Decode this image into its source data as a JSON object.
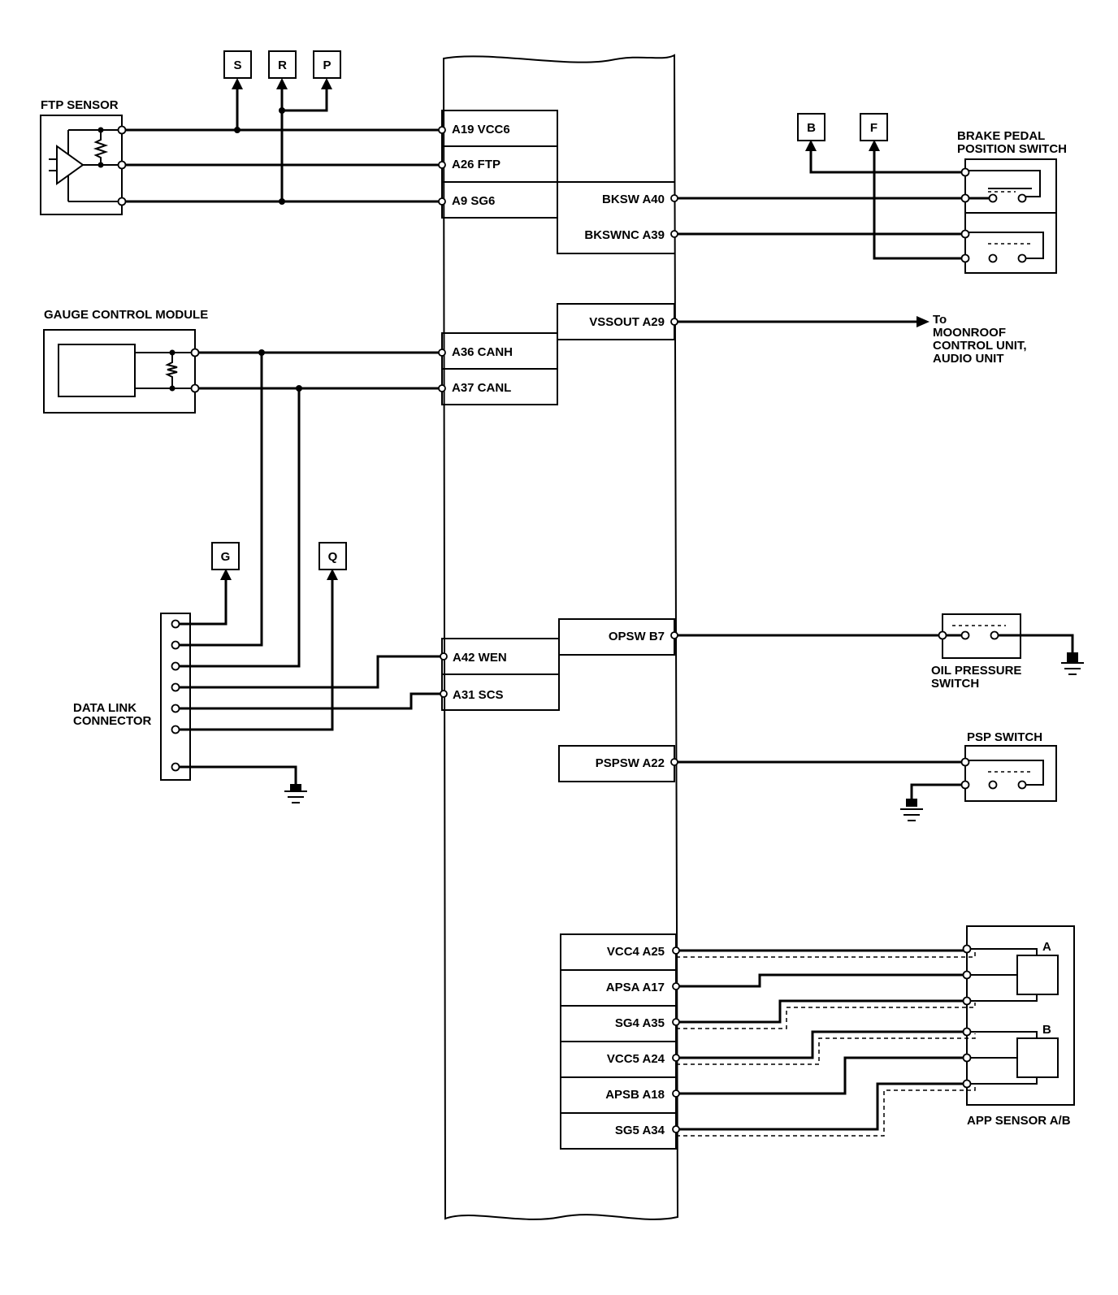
{
  "components": {
    "ftp_sensor": "FTP SENSOR",
    "brake_switch_line1": "BRAKE PEDAL",
    "brake_switch_line2": "POSITION SWITCH",
    "gauge_module": "GAUGE CONTROL MODULE",
    "moonroof_line1": "To",
    "moonroof_line2": "MOONROOF",
    "moonroof_line3": "CONTROL UNIT,",
    "moonroof_line4": "AUDIO UNIT",
    "dlc_line1": "DATA LINK",
    "dlc_line2": "CONNECTOR",
    "oil_line1": "OIL PRESSURE",
    "oil_line2": "SWITCH",
    "psp_switch": "PSP SWITCH",
    "app_sensor": "APP SENSOR A/B",
    "app_a": "A",
    "app_b": "B"
  },
  "connector_tags": {
    "s": "S",
    "r": "R",
    "p": "P",
    "b": "B",
    "f": "F",
    "g": "G",
    "q": "Q"
  },
  "pins_left": {
    "a19": "A19 VCC6",
    "a26": "A26 FTP",
    "a9": "A9 SG6",
    "a36": "A36 CANH",
    "a37": "A37 CANL",
    "a42": "A42 WEN",
    "a31": "A31 SCS"
  },
  "pins_right": {
    "a40": "BKSW A40",
    "a39": "BKSWNC A39",
    "a29": "VSSOUT A29",
    "b7": "OPSW B7",
    "a22": "PSPSW A22",
    "a25": "VCC4 A25",
    "a17": "APSA A17",
    "a35": "SG4 A35",
    "a24": "VCC5 A24",
    "a18": "APSB A18",
    "a34": "SG5 A34"
  }
}
